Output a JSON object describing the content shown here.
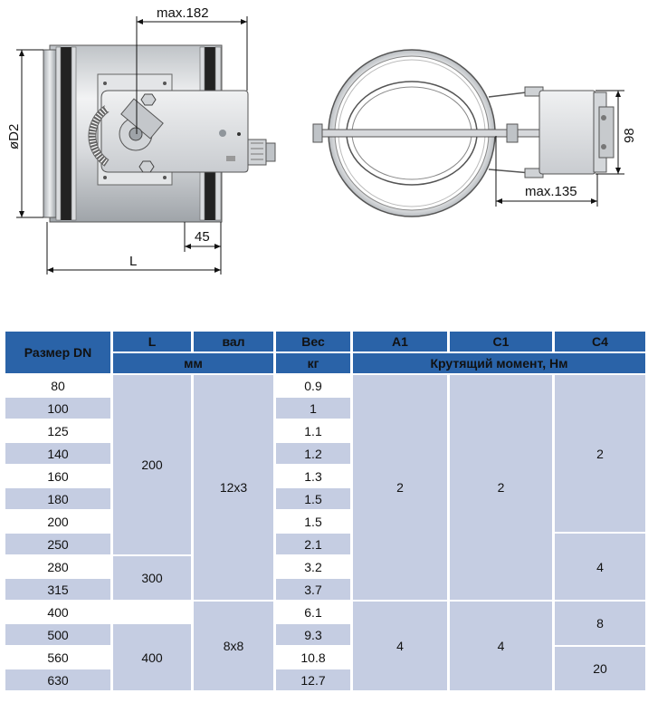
{
  "drawing": {
    "dim_max182": "max.182",
    "dim_D2": "øD2",
    "dim_45": "45",
    "dim_L": "L",
    "dim_98": "98",
    "dim_max135": "max.135"
  },
  "table": {
    "headers": {
      "size": "Размер DN",
      "L": "L",
      "shaft": "вал",
      "weight": "Вес",
      "a1": "A1",
      "c1": "C1",
      "c4": "C4",
      "mm": "мм",
      "kg": "кг",
      "torque": "Крутящий момент, Нм"
    },
    "dn": [
      "80",
      "100",
      "125",
      "140",
      "160",
      "180",
      "200",
      "250",
      "280",
      "315",
      "400",
      "500",
      "560",
      "630"
    ],
    "weight": [
      "0.9",
      "1",
      "1.1",
      "1.2",
      "1.3",
      "1.5",
      "1.5",
      "2.1",
      "3.2",
      "3.7",
      "6.1",
      "9.3",
      "10.8",
      "12.7"
    ],
    "L_groups": [
      "200",
      "300",
      "400"
    ],
    "shaft_groups": [
      "12x3",
      "8x8"
    ],
    "a1_groups": [
      "2",
      "4"
    ],
    "c1_groups": [
      "2",
      "4"
    ],
    "c4_groups": [
      "2",
      "4",
      "8",
      "20"
    ]
  }
}
